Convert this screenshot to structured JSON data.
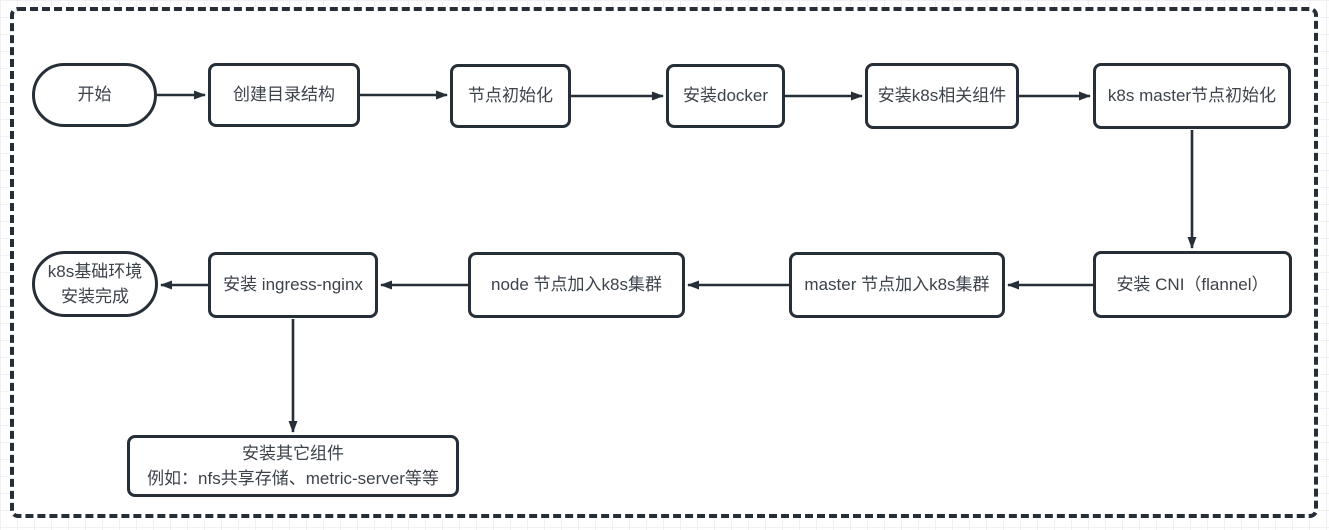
{
  "colors": {
    "stroke": "#262e38",
    "text": "#3d434b",
    "canvas": "#ffffff",
    "grid": "#f0f0f2"
  },
  "diagram": {
    "type": "flowchart",
    "nodes": [
      {
        "id": "start",
        "shape": "stadium",
        "label": "开始"
      },
      {
        "id": "create-directory",
        "shape": "rect",
        "label": "创建目录结构"
      },
      {
        "id": "node-init",
        "shape": "rect",
        "label": "节点初始化"
      },
      {
        "id": "install-docker",
        "shape": "rect",
        "label": "安装docker"
      },
      {
        "id": "install-k8s-components",
        "shape": "rect",
        "label": "安装k8s相关组件"
      },
      {
        "id": "k8s-master-init",
        "shape": "rect",
        "label": "k8s master节点初始化"
      },
      {
        "id": "install-cni",
        "shape": "rect",
        "label": "安装 CNI（flannel）"
      },
      {
        "id": "master-join-cluster",
        "shape": "rect",
        "label": "master 节点加入k8s集群"
      },
      {
        "id": "node-join-cluster",
        "shape": "rect",
        "label": "node 节点加入k8s集群"
      },
      {
        "id": "install-ingress-nginx",
        "shape": "rect",
        "label": "安装 ingress-nginx"
      },
      {
        "id": "finish",
        "shape": "stadium",
        "label": "k8s基础环境\n安装完成"
      },
      {
        "id": "install-other-components",
        "shape": "rect",
        "label": "安装其它组件\n例如：nfs共享存储、metric-server等等"
      }
    ],
    "edges": [
      {
        "from": "start",
        "to": "create-directory"
      },
      {
        "from": "create-directory",
        "to": "node-init"
      },
      {
        "from": "node-init",
        "to": "install-docker"
      },
      {
        "from": "install-docker",
        "to": "install-k8s-components"
      },
      {
        "from": "install-k8s-components",
        "to": "k8s-master-init"
      },
      {
        "from": "k8s-master-init",
        "to": "install-cni"
      },
      {
        "from": "install-cni",
        "to": "master-join-cluster"
      },
      {
        "from": "master-join-cluster",
        "to": "node-join-cluster"
      },
      {
        "from": "node-join-cluster",
        "to": "install-ingress-nginx"
      },
      {
        "from": "install-ingress-nginx",
        "to": "finish"
      },
      {
        "from": "install-ingress-nginx",
        "to": "install-other-components"
      }
    ]
  }
}
